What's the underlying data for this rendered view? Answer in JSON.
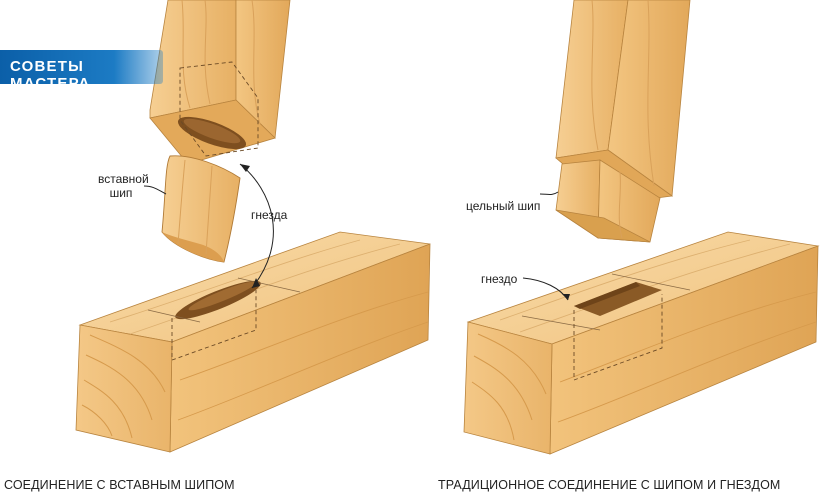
{
  "banner": {
    "text": "СОВЕТЫ МАСТЕРА"
  },
  "left": {
    "label_tenon": "вставной\nшип",
    "label_mortises": "гнезда",
    "caption": "СОЕДИНЕНИЕ С ВСТАВНЫМ ШИПОМ"
  },
  "right": {
    "label_tenon": "цельный шип",
    "label_mortise": "гнездо",
    "caption": "ТРАДИЦИОННОЕ СОЕДИНЕНИЕ С ШИПОМ И ГНЕЗДОМ"
  },
  "colors": {
    "wood_light": "#f6d29a",
    "wood_mid": "#eab766",
    "wood_dark": "#d69a45",
    "hole": "#8a5a26",
    "outline": "#7a5326"
  }
}
